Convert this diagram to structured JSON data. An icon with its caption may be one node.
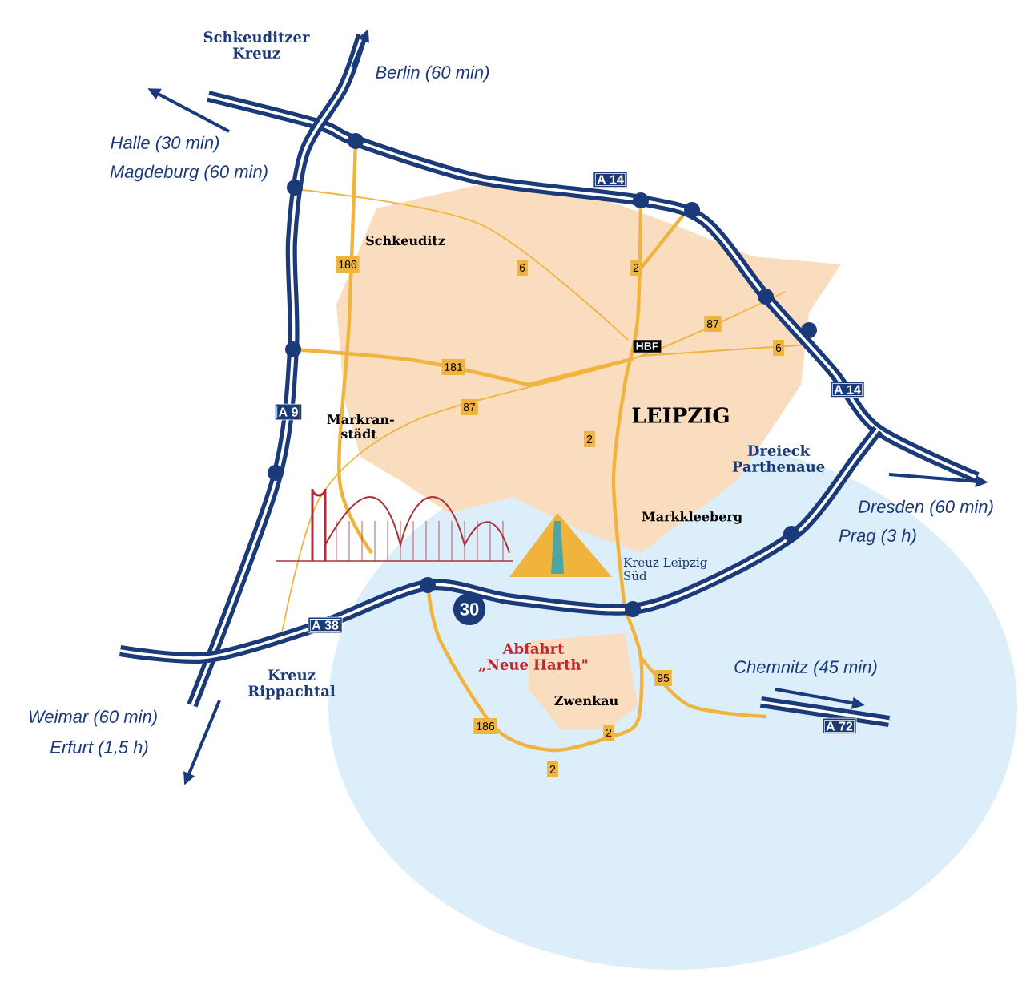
{
  "diagram": {
    "labels": [
      "Schkeuditzer Kreuz",
      "Berlin (60 min)",
      "Halle (30 min)",
      "Magdeburg (60 min)",
      "A 14",
      "Schkeuditz",
      "186",
      "6",
      "2",
      "87",
      "HBF",
      "6",
      "181",
      "A 9",
      "Markran- städt",
      "87",
      "LEIPZIG",
      "2",
      "A 14",
      "Dreieck Parthenaue",
      "Dresden (60 min)",
      "Prag (3 h)",
      "Markkleeberg",
      "Kreuz Leipzig Süd",
      "30",
      "A 38",
      "Abfahrt „Neue Harth\"",
      "Kreuz Rippachtal",
      "Weimar (60 min)",
      "Erfurt (1,5 h)",
      "Chemnitz (45 min)",
      "95",
      "Zwenkau",
      "A 72",
      "186",
      "2",
      "2"
    ]
  }
}
